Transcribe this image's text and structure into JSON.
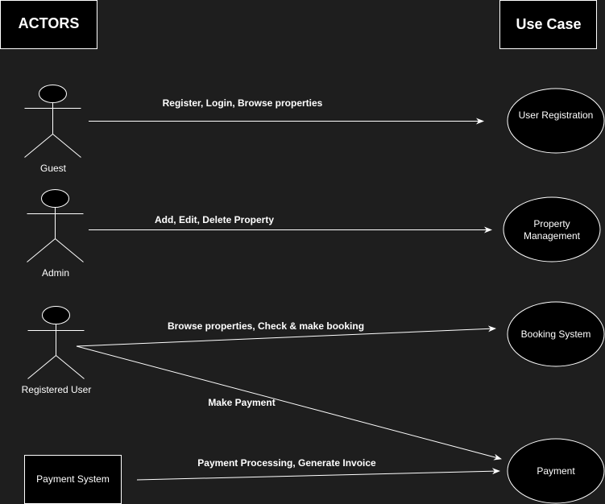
{
  "headers": {
    "actors": "ACTORS",
    "use_case": "Use Case"
  },
  "actors": {
    "guest": "Guest",
    "admin": "Admin",
    "registered_user": "Registered User",
    "payment_system": "Payment System"
  },
  "use_cases": {
    "user_registration": "User Registration",
    "property_management_1": "Property",
    "property_management_2": "Management",
    "booking_system": "Booking System",
    "payment": "Payment"
  },
  "edges": {
    "guest_to_registration": "Register, Login, Browse properties",
    "admin_to_property": "Add, Edit, Delete Property",
    "user_to_booking": "Browse properties, Check & make booking",
    "user_to_payment": "Make Payment",
    "system_to_payment": "Payment Processing, Generate Invoice"
  },
  "colors": {
    "background": "#1e1e1e",
    "shape_fill": "#000000",
    "stroke": "#ffffff",
    "text": "#ffffff"
  }
}
